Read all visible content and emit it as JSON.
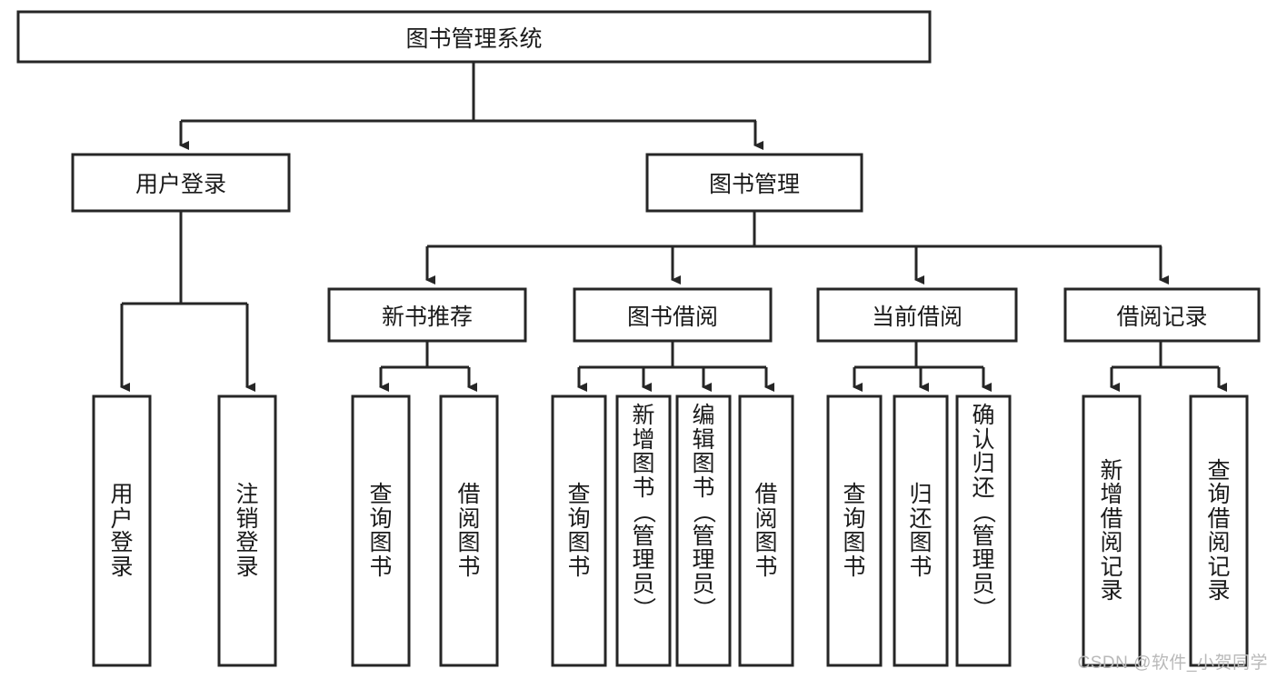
{
  "diagram": {
    "title": "图书管理系统",
    "type": "hierarchy-tree",
    "orientation": "top-down",
    "root": {
      "id": "root",
      "label": "图书管理系统",
      "text_orientation": "horizontal"
    },
    "level2": [
      {
        "id": "user-login",
        "label": "用户登录",
        "text_orientation": "horizontal"
      },
      {
        "id": "book-manage",
        "label": "图书管理",
        "text_orientation": "horizontal"
      }
    ],
    "level3": [
      {
        "id": "new-book-recommend",
        "label": "新书推荐",
        "text_orientation": "horizontal",
        "parent": "book-manage"
      },
      {
        "id": "book-borrow",
        "label": "图书借阅",
        "text_orientation": "horizontal",
        "parent": "book-manage"
      },
      {
        "id": "current-borrow",
        "label": "当前借阅",
        "text_orientation": "horizontal",
        "parent": "book-manage"
      },
      {
        "id": "borrow-record",
        "label": "借阅记录",
        "text_orientation": "horizontal",
        "parent": "book-manage"
      }
    ],
    "leaves": [
      {
        "id": "leaf-user-login",
        "label": "用户登录",
        "parent": "user-login",
        "text_orientation": "vertical"
      },
      {
        "id": "leaf-user-logout",
        "label": "注销登录",
        "parent": "user-login",
        "text_orientation": "vertical"
      },
      {
        "id": "leaf-query-book-1",
        "label": "查询图书",
        "parent": "new-book-recommend",
        "text_orientation": "vertical"
      },
      {
        "id": "leaf-borrow-book-1",
        "label": "借阅图书",
        "parent": "new-book-recommend",
        "text_orientation": "vertical"
      },
      {
        "id": "leaf-query-book-2",
        "label": "查询图书",
        "parent": "book-borrow",
        "text_orientation": "vertical"
      },
      {
        "id": "leaf-add-book",
        "label": "新增图书（管理员）",
        "parent": "book-borrow",
        "text_orientation": "vertical"
      },
      {
        "id": "leaf-edit-book",
        "label": "编辑图书（管理员）",
        "parent": "book-borrow",
        "text_orientation": "vertical"
      },
      {
        "id": "leaf-borrow-book-2",
        "label": "借阅图书",
        "parent": "book-borrow",
        "text_orientation": "vertical"
      },
      {
        "id": "leaf-query-book-3",
        "label": "查询图书",
        "parent": "current-borrow",
        "text_orientation": "vertical"
      },
      {
        "id": "leaf-return-book",
        "label": "归还图书",
        "parent": "current-borrow",
        "text_orientation": "vertical"
      },
      {
        "id": "leaf-confirm-return",
        "label": "确认归还（管理员）",
        "parent": "current-borrow",
        "text_orientation": "vertical"
      },
      {
        "id": "leaf-add-record",
        "label": "新增借阅记录",
        "parent": "borrow-record",
        "text_orientation": "vertical"
      },
      {
        "id": "leaf-query-record",
        "label": "查询借阅记录",
        "parent": "borrow-record",
        "text_orientation": "vertical"
      }
    ]
  },
  "watermark": {
    "text": "CSDN @软件_小贺同学"
  },
  "colors": {
    "stroke": "#262626",
    "box_fill": "#ffffff",
    "text": "#1a1a1a",
    "watermark": "#b9b9b9",
    "background": "#ffffff"
  }
}
